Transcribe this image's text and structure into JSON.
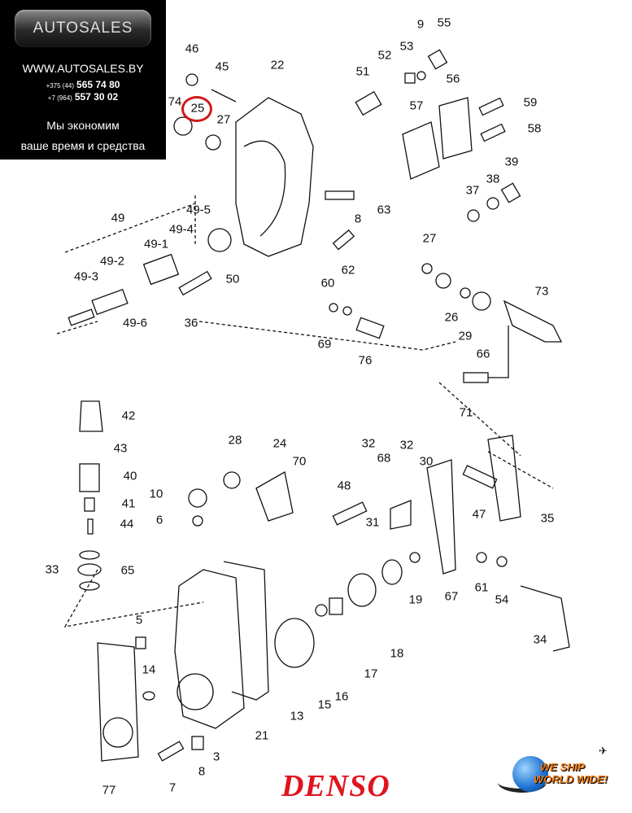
{
  "ad": {
    "brand": "AUTOSALES",
    "url": "WWW.AUTOSALES.BY",
    "phones": [
      {
        "code": "+375 (44)",
        "number": "565 74 80"
      },
      {
        "code": "+7 (964)",
        "number": "557 30 02"
      }
    ],
    "slogan_line1": "Мы экономим",
    "slogan_line2": "ваше время и средства"
  },
  "highlighted_part": "25",
  "highlight_color": "#d01818",
  "labels": [
    "46",
    "45",
    "22",
    "9",
    "55",
    "53",
    "52",
    "51",
    "56",
    "74",
    "25",
    "27",
    "57",
    "59",
    "58",
    "37",
    "38",
    "39",
    "49",
    "49-5",
    "49-4",
    "49-1",
    "49-2",
    "8",
    "63",
    "27",
    "62",
    "49-3",
    "50",
    "60",
    "26",
    "73",
    "36",
    "49-6",
    "29",
    "69",
    "66",
    "76",
    "71",
    "42",
    "43",
    "28",
    "24",
    "32",
    "32",
    "70",
    "68",
    "30",
    "40",
    "48",
    "10",
    "41",
    "47",
    "35",
    "6",
    "44",
    "31",
    "33",
    "65",
    "19",
    "61",
    "54",
    "67",
    "5",
    "18",
    "34",
    "14",
    "17",
    "15",
    "16",
    "13",
    "21",
    "3",
    "8",
    "7",
    "77"
  ],
  "brand_logo": "DENSO",
  "brand_color": "#e0141e",
  "shipping_badge": {
    "line1": "WE SHIP",
    "line2": "WORLD WIDE!"
  }
}
